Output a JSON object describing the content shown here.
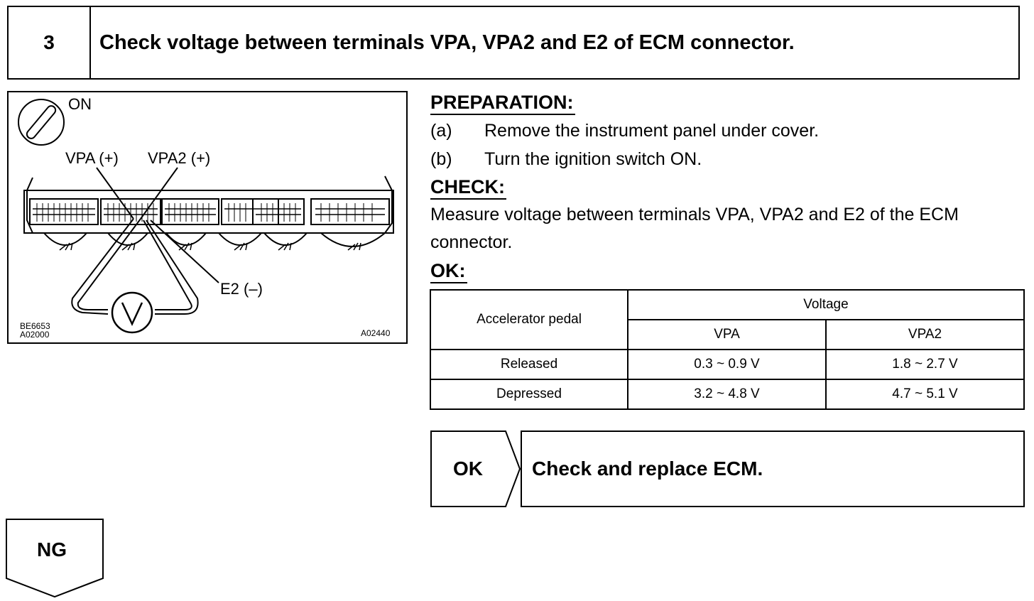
{
  "header": {
    "step_number": "3",
    "title": "Check voltage between terminals VPA, VPA2 and E2 of ECM connector."
  },
  "illustration": {
    "ignition_label": "ON",
    "vpa_label": "VPA (+)",
    "vpa2_label": "VPA2 (+)",
    "e2_label": "E2 (–)",
    "code_top": "BE6653",
    "code_bottom": "A02000",
    "figure_code": "A02440",
    "ignition_icon": "ignition-key-icon",
    "voltmeter_icon": "voltmeter-icon"
  },
  "preparation": {
    "heading": "PREPARATION:",
    "steps": [
      {
        "mark": "(a)",
        "text": "Remove the instrument panel under cover."
      },
      {
        "mark": "(b)",
        "text": "Turn the ignition switch ON."
      }
    ]
  },
  "check": {
    "heading": "CHECK:",
    "text": "Measure voltage between terminals VPA, VPA2 and E2 of the ECM connector."
  },
  "ok": {
    "heading": "OK:"
  },
  "spec_table": {
    "col_header": "Accelerator pedal",
    "group_header": "Voltage",
    "sub_headers": [
      "VPA",
      "VPA2"
    ],
    "rows": [
      {
        "pedal": "Released",
        "vpa": "0.3 ~ 0.9 V",
        "vpa2": "1.8 ~ 2.7 V"
      },
      {
        "pedal": "Depressed",
        "vpa": "3.2 ~ 4.8 V",
        "vpa2": "4.7 ~ 5.1 V"
      }
    ]
  },
  "result_ok": {
    "label": "OK",
    "action": "Check and replace ECM."
  },
  "result_ng": {
    "label": "NG"
  }
}
